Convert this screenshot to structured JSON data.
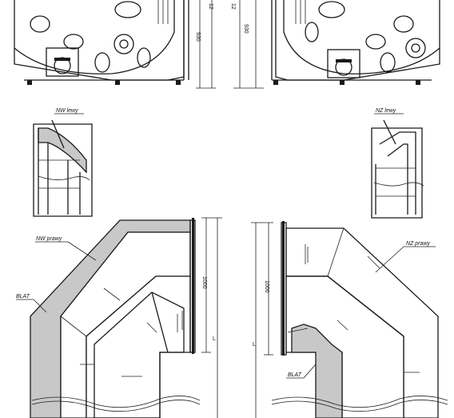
{
  "labels": {
    "nw_lewy": "NW lewy",
    "nz_lewy": "NZ lewy",
    "nw_prawy": "NW prawy",
    "nz_prawy": "NZ prawy",
    "blat_left": "BLAT",
    "blat_right": "BLAT"
  },
  "dimensions": {
    "top_left_930": "930",
    "top_left_12": "12",
    "top_right_930": "930",
    "top_right_12": "12",
    "bottom_left_1000": "1000",
    "bottom_left_L": "L",
    "bottom_right_1000": "1000",
    "bottom_right_L": "L"
  }
}
